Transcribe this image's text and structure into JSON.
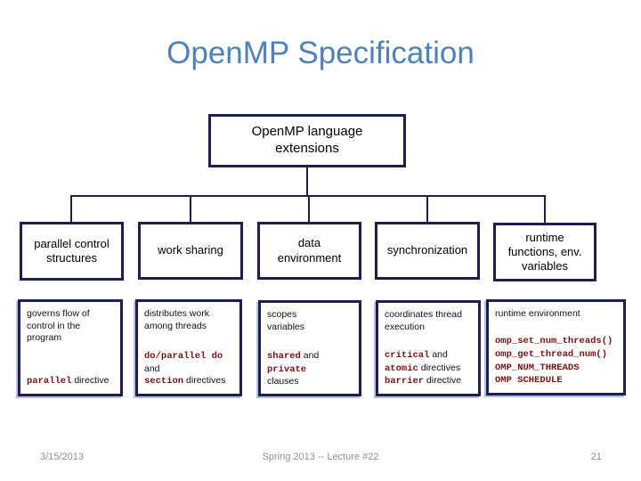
{
  "slide": {
    "title": "OpenMP Specification"
  },
  "diagram": {
    "root": {
      "label": "OpenMP language\nextensions"
    },
    "categories": [
      {
        "label": "parallel control\nstructures"
      },
      {
        "label": "work sharing"
      },
      {
        "label": "data\nenvironment"
      },
      {
        "label": "synchronization"
      },
      {
        "label": "runtime\nfunctions, env.\nvariables"
      }
    ],
    "details": [
      {
        "description": "governs flow of\ncontrol in the\nprogram",
        "code": [
          [
            {
              "t": "parallel",
              "code": true
            },
            {
              "t": " directive",
              "code": false
            }
          ]
        ]
      },
      {
        "description": "distributes work\namong threads",
        "code": [
          [
            {
              "t": "do/parallel do",
              "code": true
            }
          ],
          [
            {
              "t": "and",
              "code": false
            }
          ],
          [
            {
              "t": "section",
              "code": true
            },
            {
              "t": " directives",
              "code": false
            }
          ]
        ]
      },
      {
        "description": "scopes\nvariables",
        "code": [
          [
            {
              "t": "shared",
              "code": true
            },
            {
              "t": " and",
              "code": false
            }
          ],
          [
            {
              "t": "private",
              "code": true
            }
          ],
          [
            {
              "t": "clauses",
              "code": false
            }
          ]
        ]
      },
      {
        "description": "coordinates thread\nexecution",
        "code": [
          [
            {
              "t": "critical",
              "code": true
            },
            {
              "t": " and",
              "code": false
            }
          ],
          [
            {
              "t": "atomic",
              "code": true
            },
            {
              "t": " directives",
              "code": false
            }
          ],
          [
            {
              "t": "barrier",
              "code": true
            },
            {
              "t": " directive",
              "code": false
            }
          ]
        ]
      },
      {
        "description": "runtime environment",
        "code": [
          [
            {
              "t": "omp_set_num_threads()",
              "code": true
            }
          ],
          [
            {
              "t": "omp_get_thread_num()",
              "code": true
            }
          ],
          [
            {
              "t": "OMP_NUM_THREADS",
              "code": true
            }
          ],
          [
            {
              "t": "OMP SCHEDULE",
              "code": true
            }
          ]
        ]
      }
    ]
  },
  "footer": {
    "date": "3/15/2013",
    "center": "Spring 2013 -- Lecture #22",
    "page": "21"
  },
  "colors": {
    "title_blue": "#4f81bd",
    "box_border_navy": "#201c54",
    "code_maroon": "#7d1113",
    "footer_gray": "#8f8f8f"
  }
}
